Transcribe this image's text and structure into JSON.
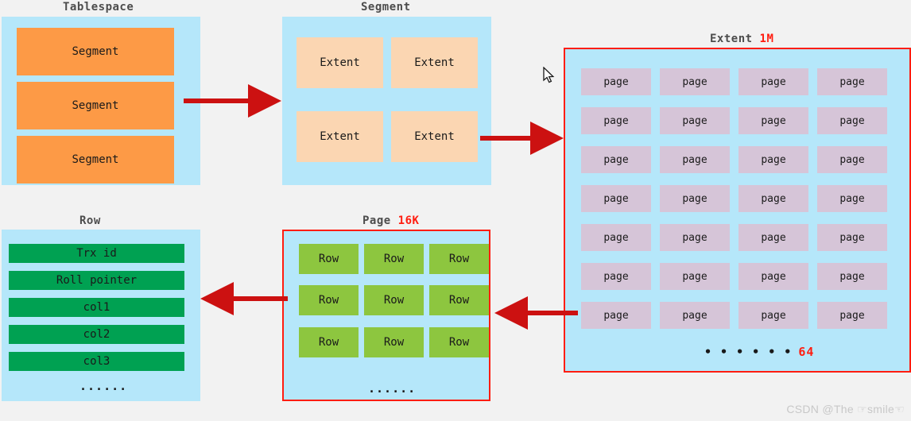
{
  "diagram": {
    "title_tablespace": "Tablespace",
    "title_segment": "Segment",
    "title_extent": "Extent",
    "title_extent_size": "1M",
    "title_page": "Page",
    "title_page_size": "16K",
    "title_row": "Row",
    "ellipsis": "......",
    "ellipsis_spaced": "• • • • • •",
    "extent_page_count": "64"
  },
  "tablespace": {
    "segments": [
      "Segment",
      "Segment",
      "Segment"
    ]
  },
  "segment": {
    "extents": [
      "Extent",
      "Extent",
      "Extent",
      "Extent"
    ]
  },
  "extent": {
    "pages": [
      "page",
      "page",
      "page",
      "page",
      "page",
      "page",
      "page",
      "page",
      "page",
      "page",
      "page",
      "page",
      "page",
      "page",
      "page",
      "page",
      "page",
      "page",
      "page",
      "page",
      "page",
      "page",
      "page",
      "page",
      "page",
      "page",
      "page",
      "page"
    ]
  },
  "page": {
    "rows": [
      "Row",
      "Row",
      "Row",
      "Row",
      "Row",
      "Row",
      "Row",
      "Row",
      "Row"
    ]
  },
  "row": {
    "fields": [
      "Trx id",
      "Roll pointer",
      "col1",
      "col2",
      "col3"
    ]
  },
  "colors": {
    "background": "#F2F2F2",
    "container_blue": "#B5E7FA",
    "segment_orange": "#FD9A46",
    "extent_peach": "#FBD6B2",
    "page_purple": "#D6C5D8",
    "row_dark_green": "#00A152",
    "row_light_green": "#8DC63F",
    "accent_red": "#FF1D10",
    "arrow_red": "#CC1111",
    "title_text": "#4D4D4D"
  },
  "watermark": {
    "text": "CSDN @The ☞smile☜"
  }
}
